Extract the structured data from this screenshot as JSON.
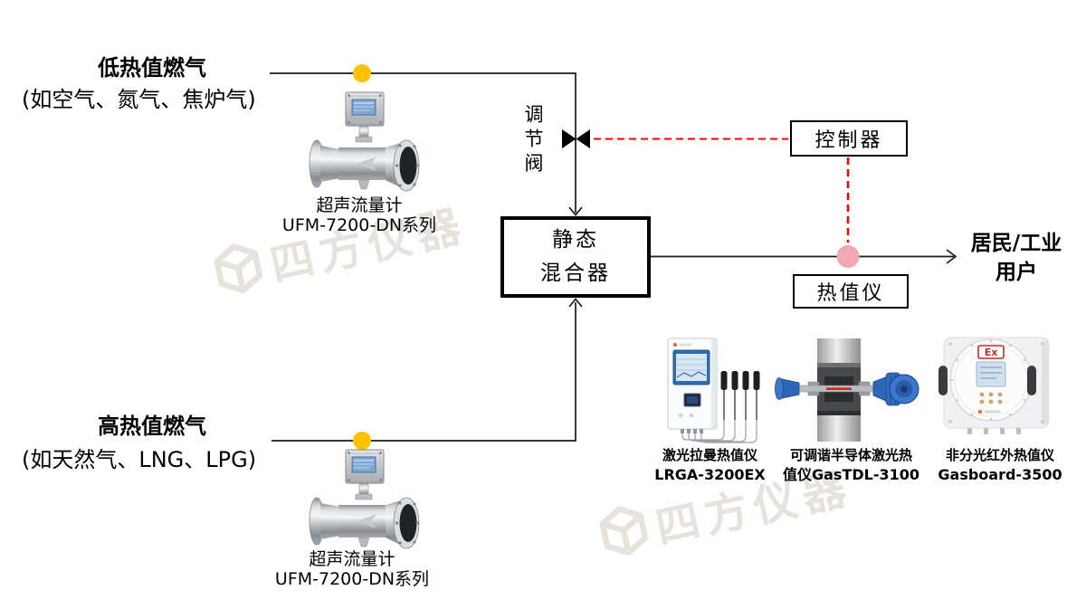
{
  "inputs": {
    "low_gas": {
      "title": "低热值燃气",
      "subtitle": "(如空气、氮气、焦炉气)"
    },
    "high_gas": {
      "title": "高热值燃气",
      "subtitle": "(如天然气、LNG、LPG)"
    }
  },
  "flow_meter": {
    "name": "超声流量计",
    "model": "UFM-7200-DN系列"
  },
  "valve": {
    "label": "调节阀"
  },
  "controller": {
    "label": "控制器"
  },
  "mixer": {
    "line1": "静态",
    "line2": "混合器"
  },
  "calorimeter": {
    "label": "热值仪"
  },
  "output_users": {
    "line1": "居民/工业",
    "line2": "用户"
  },
  "products": [
    {
      "name": "激光拉曼热值仪",
      "model": "LRGA-3200EX"
    },
    {
      "name": "可调谐半导体激光热",
      "model": "值仪GasTDL-3100"
    },
    {
      "name": "非分光红外热值仪",
      "model": "Gasboard-3500",
      "badge": "Ex"
    }
  ],
  "watermark": {
    "text": "四方仪器"
  },
  "colors": {
    "accent_yellow": "#FFC000",
    "signal_red": "#FF0000",
    "sensor_pink": "#F2A8B4",
    "line_black": "#1A1A1A"
  }
}
